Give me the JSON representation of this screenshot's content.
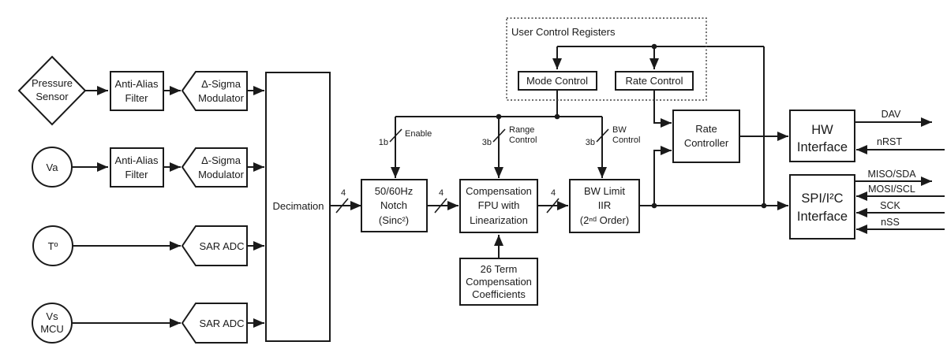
{
  "registers_panel": {
    "title": "User Control Registers",
    "mode_control": "Mode Control",
    "rate_control": "Rate Control"
  },
  "sources": {
    "pressure": [
      "Pressure",
      "Sensor"
    ],
    "va": "Va",
    "temperature": "Tº",
    "vs_mcu": [
      "Vs",
      "MCU"
    ]
  },
  "blocks": {
    "anti_alias_1": [
      "Anti-Alias",
      "Filter"
    ],
    "anti_alias_2": [
      "Anti-Alias",
      "Filter"
    ],
    "delta_sigma_1": [
      "Δ-Sigma",
      "Modulator"
    ],
    "delta_sigma_2": [
      "Δ-Sigma",
      "Modulator"
    ],
    "sar_adc_1": "SAR ADC",
    "sar_adc_2": "SAR ADC",
    "decimation": "Decimation",
    "notch": [
      "50/60Hz",
      "Notch",
      "(Sinc²)"
    ],
    "comp_fpu": [
      "Compensation",
      "FPU with",
      "Linearization"
    ],
    "bw_limit": [
      "BW Limit",
      "IIR",
      "(2ⁿᵈ Order)"
    ],
    "coefficients": [
      "26 Term",
      "Compensation",
      "Coefficients"
    ],
    "rate_controller": [
      "Rate",
      "Controller"
    ],
    "hw_interface": [
      "HW",
      "Interface"
    ],
    "spi_i2c_interface": [
      "SPI/I²C",
      "Interface"
    ]
  },
  "bus_labels": {
    "dec_out_width": "4",
    "notch_out_width": "4",
    "fpu_out_width": "4",
    "enable_width": "1b",
    "enable": "Enable",
    "range_width": "3b",
    "range": [
      "Range",
      "Control"
    ],
    "bw_width": "3b",
    "bw": [
      "BW",
      "Control"
    ]
  },
  "pins": {
    "dav": "DAV",
    "nrst": "nRST",
    "miso_sda": "MISO/SDA",
    "mosi_scl": "MOSI/SCL",
    "sck": "SCK",
    "nss": "nSS"
  },
  "colors": {
    "line": "#1a1a1a",
    "background": "#ffffff"
  }
}
